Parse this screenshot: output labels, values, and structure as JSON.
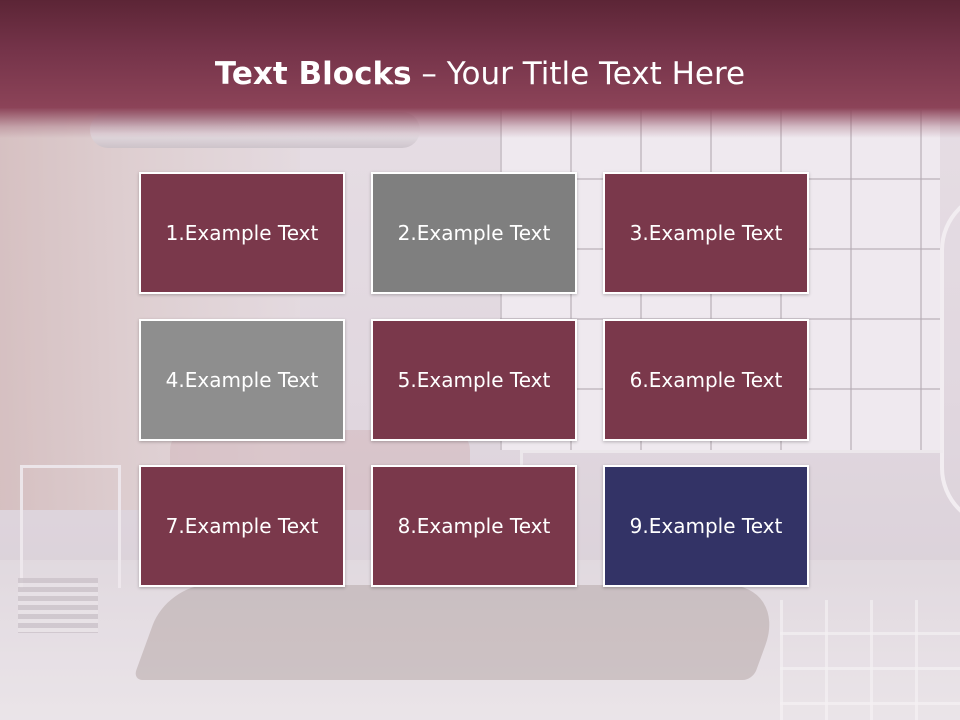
{
  "slide": {
    "title_bold": "Text Blocks",
    "title_rest": " – Your Title Text Here"
  },
  "colors": {
    "maroon": "#7a384b",
    "gray_dark": "#7f7f7f",
    "gray_light": "#8e8e8e",
    "navy": "#333366",
    "header": "#7a3549"
  },
  "blocks": [
    {
      "label": "1.Example Text",
      "color": "#7a384b"
    },
    {
      "label": "2.Example Text",
      "color": "#7f7f7f"
    },
    {
      "label": "3.Example Text",
      "color": "#7a384b"
    },
    {
      "label": "4.Example Text",
      "color": "#8e8e8e"
    },
    {
      "label": "5.Example Text",
      "color": "#7a384b"
    },
    {
      "label": "6.Example Text",
      "color": "#7a384b"
    },
    {
      "label": "7.Example Text",
      "color": "#7a384b"
    },
    {
      "label": "8.Example Text",
      "color": "#7a384b"
    },
    {
      "label": "9.Example Text",
      "color": "#333366"
    }
  ]
}
